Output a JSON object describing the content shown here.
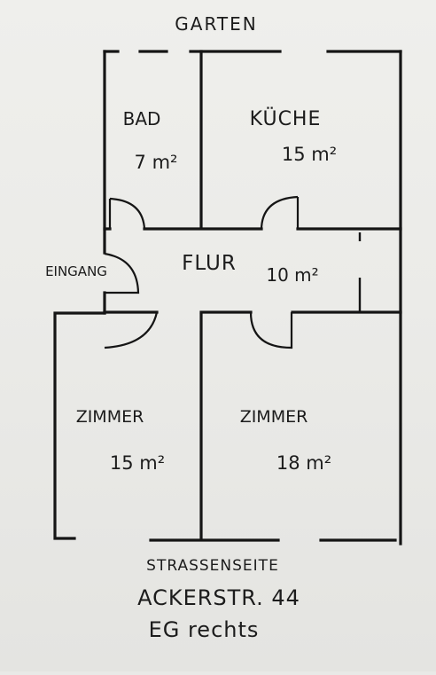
{
  "top_label": "GARTEN",
  "rooms": {
    "bad": {
      "name": "BAD",
      "area": "7 m²"
    },
    "kueche": {
      "name": "KÜCHE",
      "area": "15 m²"
    },
    "flur": {
      "name": "FLUR",
      "area": "10 m²"
    },
    "eingang": {
      "name": "EINGANG"
    },
    "zimmer_left": {
      "name": "ZIMMER",
      "area": "15 m²"
    },
    "zimmer_right": {
      "name": "ZIMMER",
      "area": "18 m²"
    }
  },
  "bottom_label": "STRASSENSEITE",
  "address": "ACKERSTR. 44",
  "unit": "EG rechts"
}
